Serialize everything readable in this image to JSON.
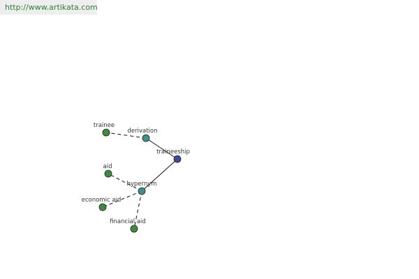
{
  "banner": {
    "url": "http://www.artikata.com"
  },
  "graph": {
    "colors": {
      "center_node": "#3d4a9e",
      "relation_node": "#3f8f8a",
      "leaf_node": "#3f8a3f",
      "node_stroke": "#222222",
      "edge": "#111111"
    },
    "nodes": {
      "traineeship": "traineeship",
      "derivation": "derivation",
      "hypernym": "hypernym",
      "trainee": "trainee",
      "aid": "aid",
      "economic_aid": "economic aid",
      "financial_aid": "financial aid"
    },
    "edges": [
      {
        "from": "traineeship",
        "to": "derivation",
        "style": "solid"
      },
      {
        "from": "traineeship",
        "to": "hypernym",
        "style": "solid"
      },
      {
        "from": "derivation",
        "to": "trainee",
        "style": "dashed"
      },
      {
        "from": "hypernym",
        "to": "aid",
        "style": "dashed"
      },
      {
        "from": "hypernym",
        "to": "economic_aid",
        "style": "dashed"
      },
      {
        "from": "hypernym",
        "to": "financial_aid",
        "style": "dashed"
      }
    ]
  }
}
